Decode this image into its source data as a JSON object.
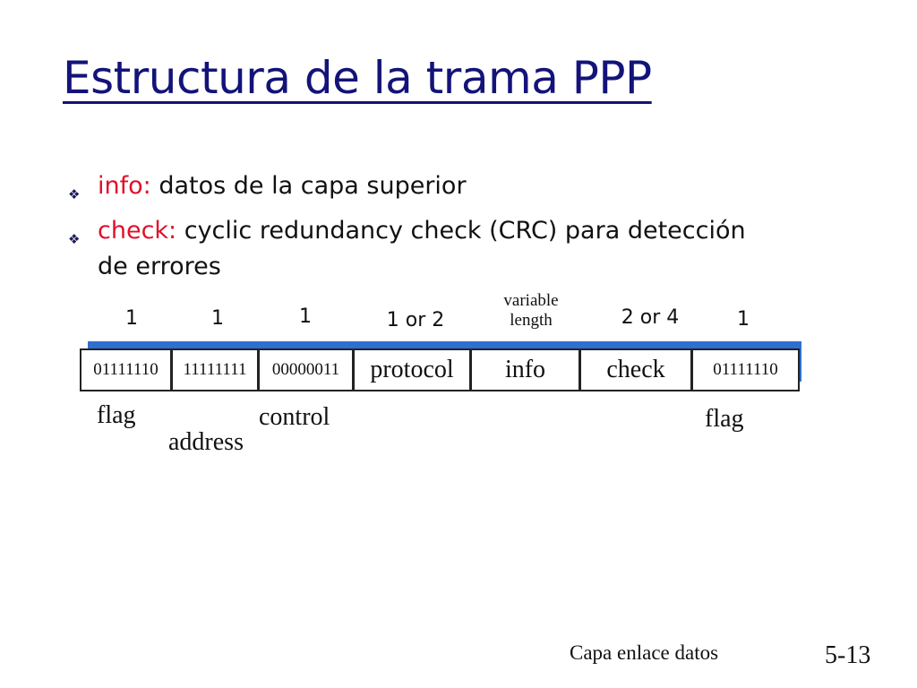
{
  "title": "Estructura de la trama PPP",
  "bullets": [
    {
      "keyword": "info:",
      "text": " datos de la capa superior"
    },
    {
      "keyword": "check:",
      "text": "  cyclic redundancy check (CRC) para detección de errores"
    }
  ],
  "sizes": [
    "1",
    "1",
    "1",
    "1 or 2",
    "variable length",
    "2 or 4",
    "1"
  ],
  "fields": [
    "01111110",
    "11111111",
    "00000011",
    "protocol",
    "info",
    "check",
    "01111110"
  ],
  "captions": {
    "flag_start": "flag",
    "address": "address",
    "control": "control",
    "flag_end": "flag"
  },
  "footer": {
    "left": "Capa enlace datos",
    "right": "5-13"
  },
  "colors": {
    "title": "#13137a",
    "keyword": "#e0102a",
    "frame_shadow": "#2f6fd0"
  }
}
